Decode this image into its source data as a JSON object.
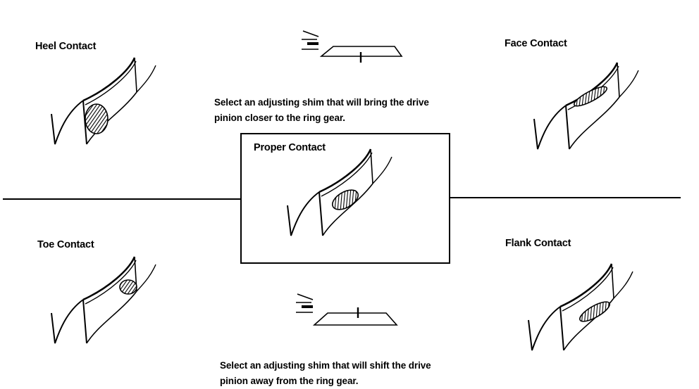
{
  "labels": {
    "heel": "Heel Contact",
    "face": "Face Contact",
    "proper": "Proper Contact",
    "toe": "Toe Contact",
    "flank": "Flank Contact"
  },
  "instructions": {
    "closer_line1": "Select an adjusting shim that will bring the drive",
    "closer_line2": "pinion closer to the ring gear.",
    "away_line1": "Select  an adjusting shim that will shift the drive",
    "away_line2": "pinion away from the ring gear."
  }
}
